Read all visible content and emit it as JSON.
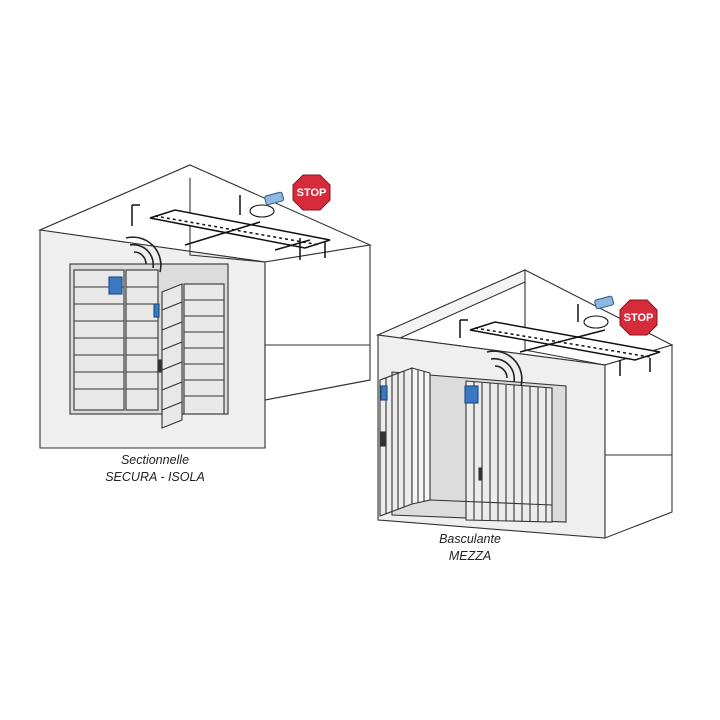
{
  "stop_sign": {
    "label": "STOP",
    "color": "#d62b3a"
  },
  "accessory_color": "#3a78c2",
  "remote_color": "#8fb8e0",
  "scenes": [
    {
      "name": "sectional",
      "caption_line1": "Sectionnelle",
      "caption_line2": "SECURA - ISOLA"
    },
    {
      "name": "tilting",
      "caption_line1": "Basculante",
      "caption_line2": "MEZZA"
    }
  ]
}
